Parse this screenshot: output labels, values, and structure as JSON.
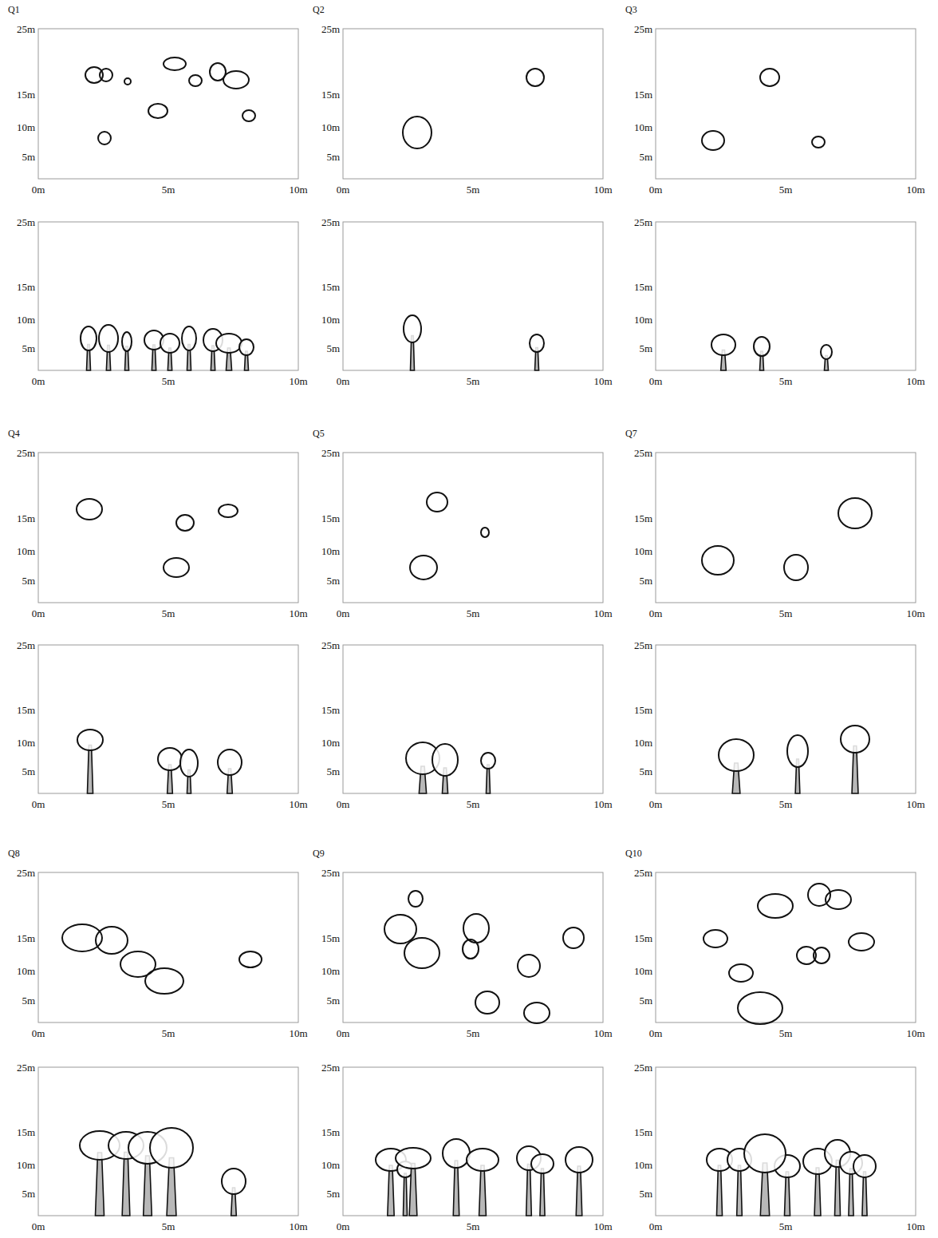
{
  "diagram": {
    "labels": [
      "Q1",
      "25m",
      "15m",
      "10m",
      "5m",
      "0m",
      "5m",
      "10m",
      "25m",
      "15m",
      "10m",
      "5m",
      "0m",
      "5m",
      "10m",
      "Q2",
      "25m",
      "15m",
      "10m",
      "5m",
      "0m",
      "5m",
      "10m",
      "25m",
      "15m",
      "10m",
      "5m",
      "0m",
      "5m",
      "10m",
      "Q3",
      "25m",
      "15m",
      "10m",
      "5m",
      "0m",
      "5m",
      "10m",
      "25m",
      "15m",
      "10m",
      "5m",
      "0m",
      "5m",
      "10m",
      "Q4",
      "25m",
      "15m",
      "10m",
      "5m",
      "0m",
      "5m",
      "10m",
      "25m",
      "15m",
      "10m",
      "5m",
      "0m",
      "5m",
      "10m",
      "Q5",
      "25m",
      "15m",
      "10m",
      "5m",
      "0m",
      "5m",
      "10m",
      "25m",
      "15m",
      "10m",
      "5m",
      "0m",
      "5m",
      "10m",
      "Q7",
      "25m",
      "15m",
      "10m",
      "5m",
      "0m",
      "5m",
      "10m",
      "25m",
      "15m",
      "10m",
      "5m",
      "0m",
      "5m",
      "10m",
      "Q8",
      "25m",
      "15m",
      "10m",
      "5m",
      "0m",
      "5m",
      "10m",
      "25m",
      "15m",
      "10m",
      "5m",
      "0m",
      "5m",
      "10m",
      "Q9",
      "25m",
      "15m",
      "10m",
      "5m",
      "0m",
      "5m",
      "10m",
      "25m",
      "15m",
      "10m",
      "5m",
      "0m",
      "5m",
      "10m",
      "Q10",
      "25m",
      "15m",
      "10m",
      "5m",
      "0m",
      "5m",
      "10m",
      "25m",
      "15m",
      "10m",
      "5m",
      "0m",
      "5m",
      "10m"
    ]
  }
}
